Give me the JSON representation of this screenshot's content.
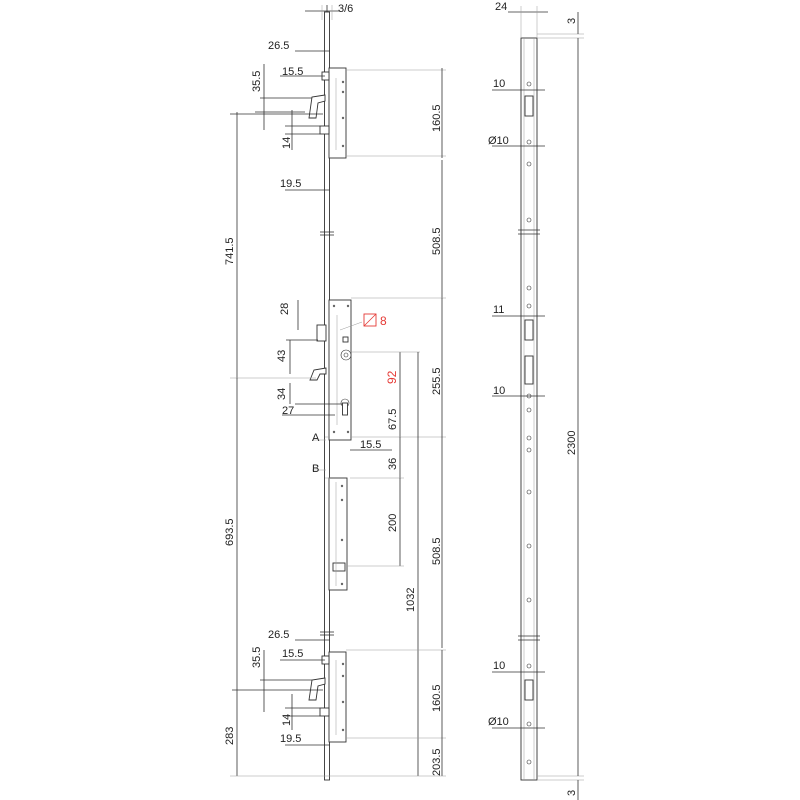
{
  "accent_color": "#e53935",
  "line_color": "#333333",
  "labels": {
    "mushroom_gap": "3/6",
    "width_24": "24",
    "end_3_top": "3",
    "end_3_bottom": "3",
    "total_length": "2300",
    "top_26_5": "26.5",
    "top_35_5": "35.5",
    "top_15_5": "15.5",
    "top_14": "14",
    "top_19_5": "19.5",
    "top_160_5": "160.5",
    "upper_508_5": "508.5",
    "dist_741_5": "741.5",
    "main_28": "28",
    "spindle_8": "8",
    "main_43": "43",
    "main_92": "92",
    "main_34": "34",
    "main_27": "27",
    "main_255_5": "255.5",
    "main_67_5": "67.5",
    "label_A": "A",
    "main_15_5": "15.5",
    "label_B": "B",
    "main_36": "36",
    "main_200": "200",
    "lower_508_5": "508.5",
    "dist_693_5": "693.5",
    "dist_1032": "1032",
    "bot_26_5": "26.5",
    "bot_35_5": "35.5",
    "bot_15_5": "15.5",
    "bot_14": "14",
    "bot_19_5": "19.5",
    "bot_160_5": "160.5",
    "dist_283": "283",
    "dist_203_5": "203.5",
    "side_10_a": "10",
    "side_dia_a": "Ø10",
    "side_11": "11",
    "side_10_b": "10",
    "side_10_c": "10",
    "side_dia_b": "Ø10"
  }
}
